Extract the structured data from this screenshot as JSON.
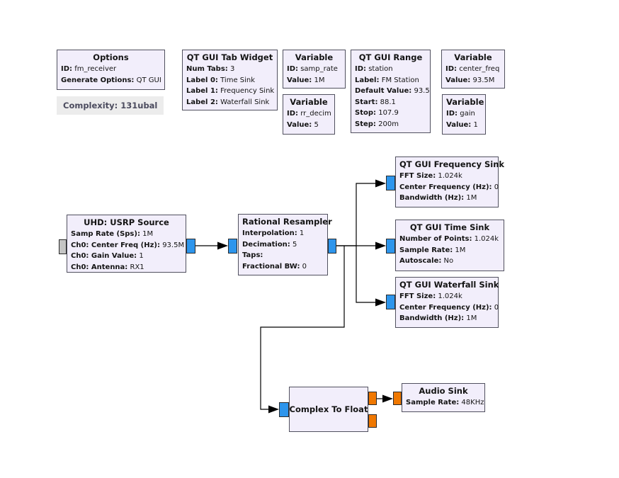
{
  "app": {
    "name": "GNU Radio Companion flowgraph canvas"
  },
  "palette": {
    "canvas_bg": "#ffffff",
    "block_fill": "#f2eefb",
    "block_border": "#51515f",
    "complex_port": "#2d95ec",
    "float_port": "#f07800",
    "message_port": "#c4c4c4",
    "wire": "#000000",
    "complexity_bg": "#ececec",
    "complexity_text": "#4b4b5e"
  },
  "complexity_label": "Complexity: 131ubal",
  "blocks": {
    "options": {
      "title": "Options",
      "params": [
        {
          "label": "ID:",
          "value": "fm_receiver"
        },
        {
          "label": "Generate Options:",
          "value": "QT GUI"
        }
      ]
    },
    "tab_widget": {
      "title": "QT GUI Tab Widget",
      "params": [
        {
          "label": "Num Tabs:",
          "value": "3"
        },
        {
          "label": "Label 0:",
          "value": "Time Sink"
        },
        {
          "label": "Label 1:",
          "value": "Frequency Sink"
        },
        {
          "label": "Label 2:",
          "value": "Waterfall Sink"
        }
      ]
    },
    "var_samp_rate": {
      "title": "Variable",
      "params": [
        {
          "label": "ID:",
          "value": "samp_rate"
        },
        {
          "label": "Value:",
          "value": "1M"
        }
      ]
    },
    "var_rr_decim": {
      "title": "Variable",
      "params": [
        {
          "label": "ID:",
          "value": "rr_decim"
        },
        {
          "label": "Value:",
          "value": "5"
        }
      ]
    },
    "qt_gui_range": {
      "title": "QT GUI Range",
      "params": [
        {
          "label": "ID:",
          "value": "station"
        },
        {
          "label": "Label:",
          "value": "FM Station"
        },
        {
          "label": "Default Value:",
          "value": "93.5"
        },
        {
          "label": "Start:",
          "value": "88.1"
        },
        {
          "label": "Stop:",
          "value": "107.9"
        },
        {
          "label": "Step:",
          "value": "200m"
        }
      ]
    },
    "var_center_freq": {
      "title": "Variable",
      "params": [
        {
          "label": "ID:",
          "value": "center_freq"
        },
        {
          "label": "Value:",
          "value": "93.5M"
        }
      ]
    },
    "var_gain": {
      "title": "Variable",
      "params": [
        {
          "label": "ID:",
          "value": "gain"
        },
        {
          "label": "Value:",
          "value": "1"
        }
      ]
    },
    "usrp_source": {
      "title": "UHD: USRP Source",
      "params": [
        {
          "label": "Samp Rate (Sps):",
          "value": "1M"
        },
        {
          "label": "Ch0: Center Freq (Hz):",
          "value": "93.5M"
        },
        {
          "label": "Ch0: Gain Value:",
          "value": "1"
        },
        {
          "label": "Ch0: Antenna:",
          "value": "RX1"
        }
      ]
    },
    "rational_resampler": {
      "title": "Rational Resampler",
      "params": [
        {
          "label": "Interpolation:",
          "value": "1"
        },
        {
          "label": "Decimation:",
          "value": "5"
        },
        {
          "label": "Taps:",
          "value": ""
        },
        {
          "label": "Fractional BW:",
          "value": "0"
        }
      ]
    },
    "freq_sink": {
      "title": "QT GUI Frequency Sink",
      "params": [
        {
          "label": "FFT Size:",
          "value": "1.024k"
        },
        {
          "label": "Center Frequency (Hz):",
          "value": "0"
        },
        {
          "label": "Bandwidth (Hz):",
          "value": "1M"
        }
      ]
    },
    "time_sink": {
      "title": "QT GUI Time Sink",
      "params": [
        {
          "label": "Number of Points:",
          "value": "1.024k"
        },
        {
          "label": "Sample Rate:",
          "value": "1M"
        },
        {
          "label": "Autoscale:",
          "value": "No"
        }
      ]
    },
    "waterfall_sink": {
      "title": "QT GUI Waterfall Sink",
      "params": [
        {
          "label": "FFT Size:",
          "value": "1.024k"
        },
        {
          "label": "Center Frequency (Hz):",
          "value": "0"
        },
        {
          "label": "Bandwidth (Hz):",
          "value": "1M"
        }
      ]
    },
    "complex_to_float": {
      "title": "Complex To Float",
      "params": []
    },
    "audio_sink": {
      "title": "Audio Sink",
      "params": [
        {
          "label": "Sample Rate:",
          "value": "48KHz"
        }
      ]
    }
  }
}
